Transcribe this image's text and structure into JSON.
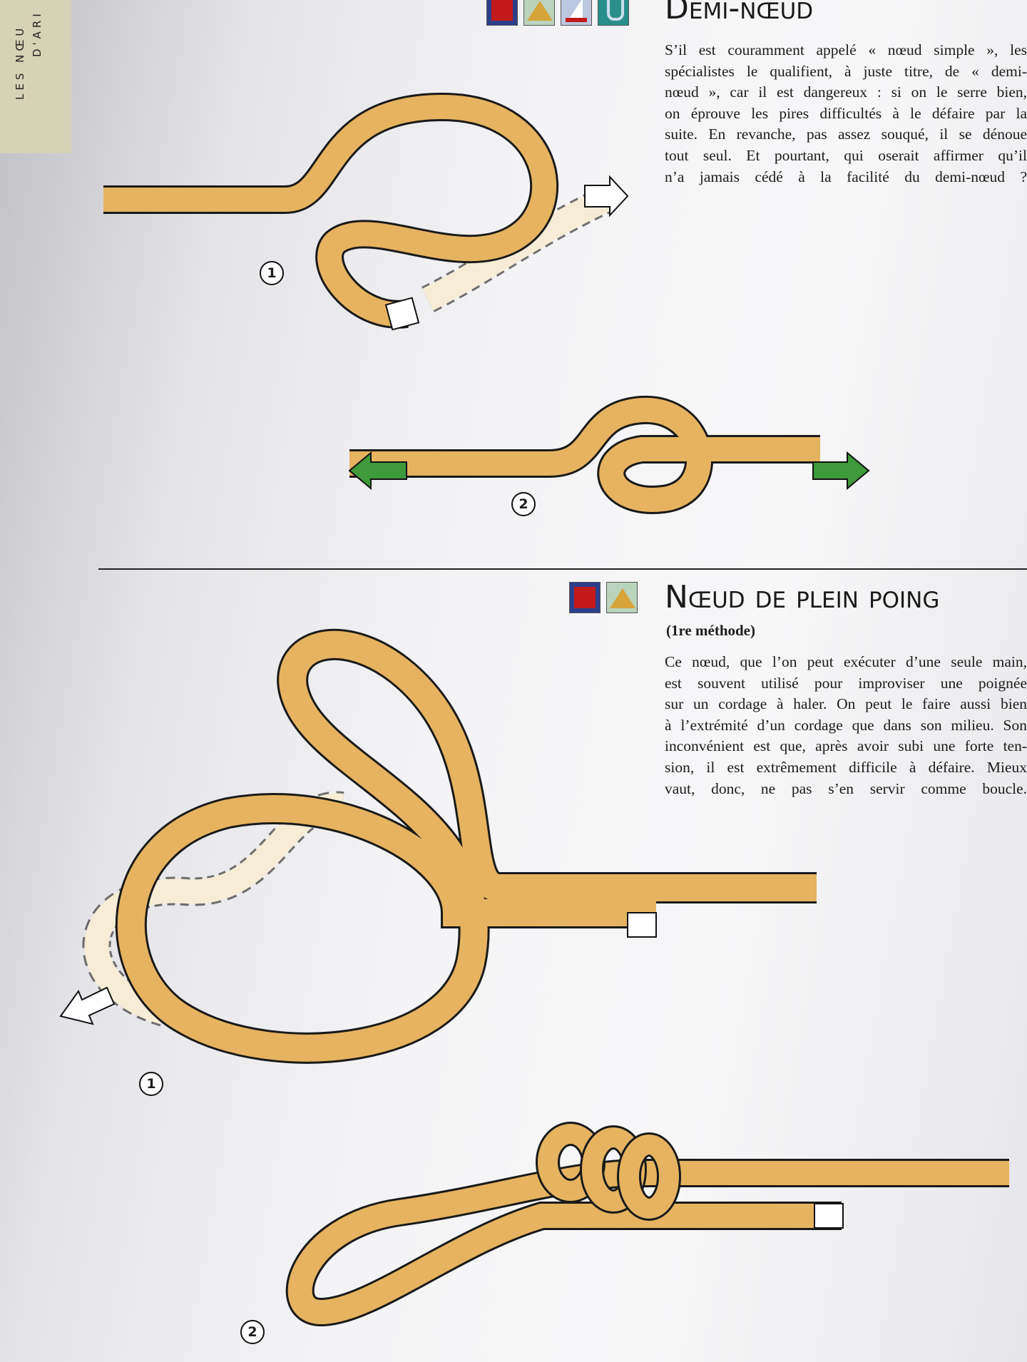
{
  "side_tab": {
    "line1": "LES NŒU",
    "line2": "D'ARI"
  },
  "section1": {
    "title": "Demi-nœud",
    "icons": [
      "cube-icon",
      "tent-icon",
      "sailboat-icon",
      "hook-icon"
    ],
    "paragraph": [
      "S’il est couramment appelé « nœud simple », les",
      "spécialistes le qualifient, à juste titre, de « demi-",
      "nœud », car il est dangereux : si on le serre bien,",
      "on éprouve les pires difficultés à le défaire par la",
      "suite. En revanche, pas assez souqué, il se dénoue",
      "tout seul. Et pourtant, qui oserait affirmer qu’il",
      "n’a jamais cédé à la facilité du demi-nœud ?"
    ],
    "step1": "1",
    "step2": "2"
  },
  "section2": {
    "title": "Nœud de plein poing",
    "subtitle": "(1re méthode)",
    "icons": [
      "cube-icon",
      "tent-icon"
    ],
    "paragraph": [
      "Ce nœud, que l’on peut exécuter d’une seule main,",
      "est souvent utilisé pour improviser une poignée",
      "sur un cordage à haler. On peut le faire aussi bien",
      "à l’extrémité d’un cordage que dans son milieu. Son",
      "inconvénient est que, après avoir subi une forte ten-",
      "sion, il est extrêmement difficile à défaire. Mieux",
      "vaut, donc, ne pas s’en servir comme boucle."
    ],
    "step1": "1",
    "step2": "2"
  },
  "colors": {
    "rope": "#e6b460",
    "rope_shadow": "#c98f35",
    "outline": "#1a1a1a",
    "arrow_green": "#3f9a3c",
    "tab": "#d6d2b6"
  }
}
